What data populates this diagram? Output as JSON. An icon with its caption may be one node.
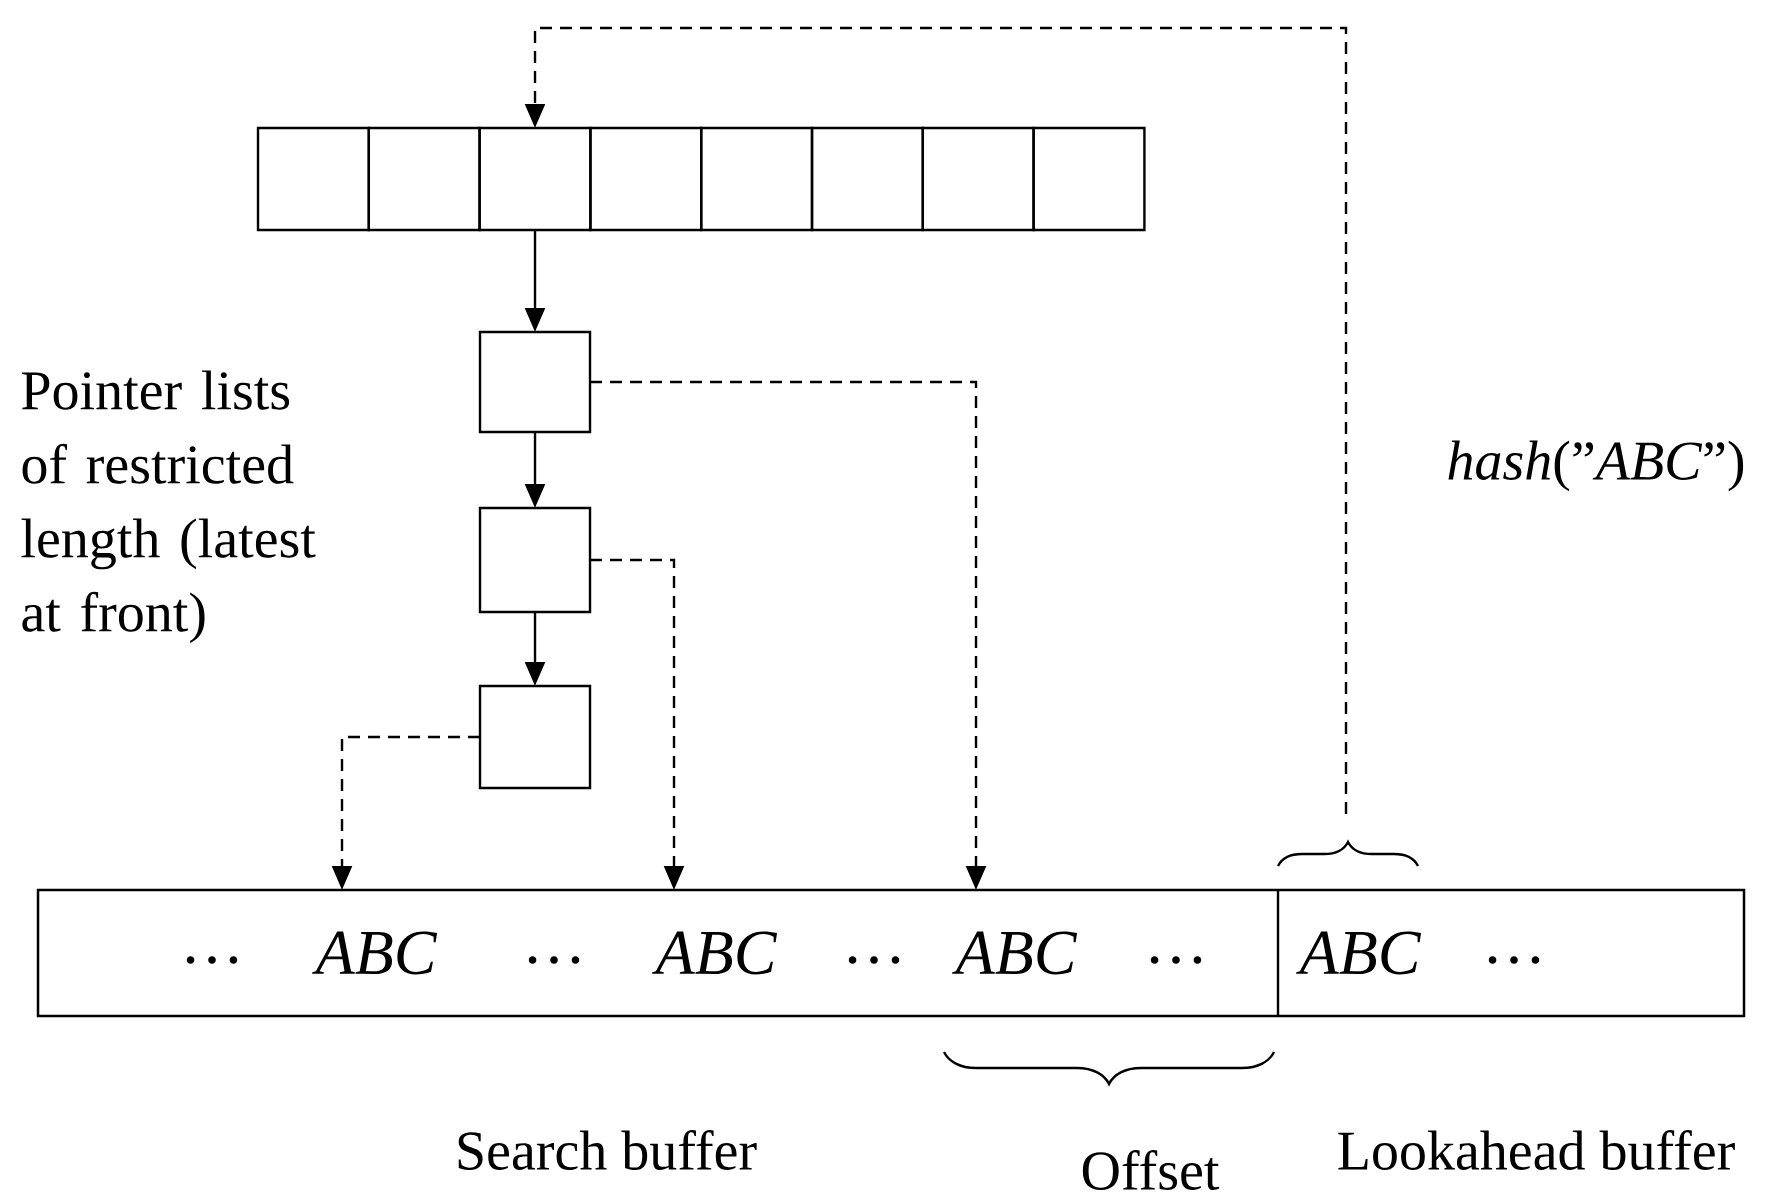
{
  "diagram": {
    "nodes": [
      {
        "text": [],
        "shape": "box"
      },
      {
        "text": [],
        "shape": "box"
      },
      {
        "text": [],
        "shape": "box"
      },
      {
        "text": [],
        "shape": "box"
      },
      {
        "text": [],
        "shape": "box"
      },
      {
        "text": [],
        "shape": "box"
      },
      {
        "text": [],
        "shape": "box"
      },
      {
        "text": [],
        "shape": "box"
      },
      {
        "text": [],
        "shape": "box"
      },
      {
        "text": [],
        "shape": "box"
      },
      {
        "text": [],
        "shape": "box"
      },
      {
        "text": [],
        "shape": "bar"
      },
      {
        "text": [
          "ABC"
        ],
        "in": 11
      },
      {
        "text": [
          "ABC"
        ],
        "in": 11
      },
      {
        "text": [
          "ABC"
        ],
        "in": 11
      },
      {
        "text": [
          "ABC"
        ],
        "in": 11
      }
    ],
    "edges": [
      {
        "from": 2,
        "to": 8,
        "arrow": "to"
      },
      {
        "from": 8,
        "to": 9,
        "arrow": "to"
      },
      {
        "from": 9,
        "to": 10,
        "arrow": "to"
      },
      {
        "from": 8,
        "to": 14,
        "arrow": "to",
        "style": "dashed"
      },
      {
        "from": 9,
        "to": 13,
        "arrow": "to",
        "style": "dashed"
      },
      {
        "from": 10,
        "to": 12,
        "arrow": "to",
        "style": "dashed"
      },
      {
        "from": 15,
        "to": 2,
        "arrow": "to",
        "style": "dashed"
      }
    ],
    "labels": [
      "Pointer lists of restricted length (latest at front)",
      "*hash*(”*ABC*”)",
      "…",
      "…",
      "…",
      "…",
      "…",
      "Search buffer",
      "Offset",
      "Lookahead buffer"
    ]
  }
}
